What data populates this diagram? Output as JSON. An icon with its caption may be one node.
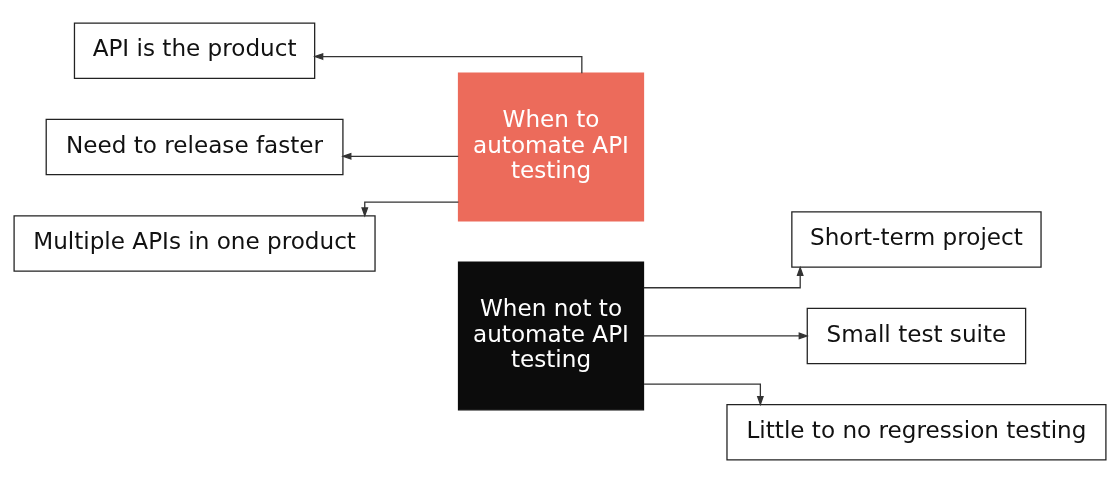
{
  "diagram": {
    "nodes": [
      {
        "text": [
          "When to automate API testing"
        ]
      },
      {
        "text": [
          "API is the product"
        ]
      },
      {
        "text": [
          "Need to release faster"
        ]
      },
      {
        "text": [
          "Multiple APIs in one product"
        ]
      },
      {
        "text": [
          "When not to automate API testing"
        ]
      },
      {
        "text": [
          "Short-term project"
        ]
      },
      {
        "text": [
          "Small test suite"
        ]
      },
      {
        "text": [
          "Little to no regression testing"
        ]
      }
    ],
    "edges": [
      {
        "from": 0,
        "to": 1,
        "arrow": "to"
      },
      {
        "from": 0,
        "to": 2,
        "arrow": "to"
      },
      {
        "from": 0,
        "to": 3,
        "arrow": "to"
      },
      {
        "from": 4,
        "to": 5,
        "arrow": "to"
      },
      {
        "from": 4,
        "to": 6,
        "arrow": "to"
      },
      {
        "from": 4,
        "to": 7,
        "arrow": "to"
      }
    ]
  }
}
